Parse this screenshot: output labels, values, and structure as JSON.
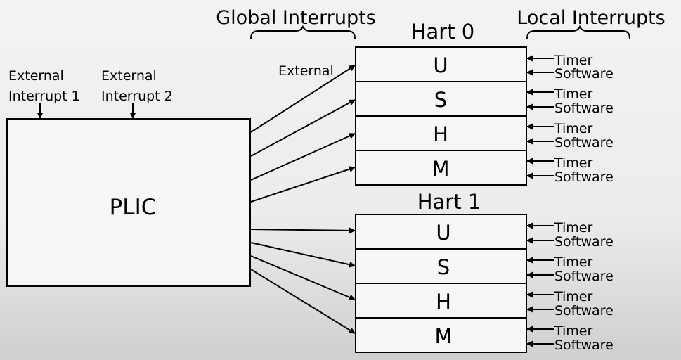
{
  "headings": {
    "global_interrupts": "Global Interrupts",
    "local_interrupts": "Local Interrupts"
  },
  "plic": {
    "label": "PLIC",
    "inputs": [
      {
        "line1": "External",
        "line2": "Interrupt 1"
      },
      {
        "line1": "External",
        "line2": "Interrupt 2"
      }
    ]
  },
  "external_label": "External",
  "harts": [
    {
      "title": "Hart 0",
      "modes": [
        "U",
        "S",
        "H",
        "M"
      ]
    },
    {
      "title": "Hart 1",
      "modes": [
        "U",
        "S",
        "H",
        "M"
      ]
    }
  ],
  "local_labels": {
    "timer": "Timer",
    "software": "Software"
  }
}
